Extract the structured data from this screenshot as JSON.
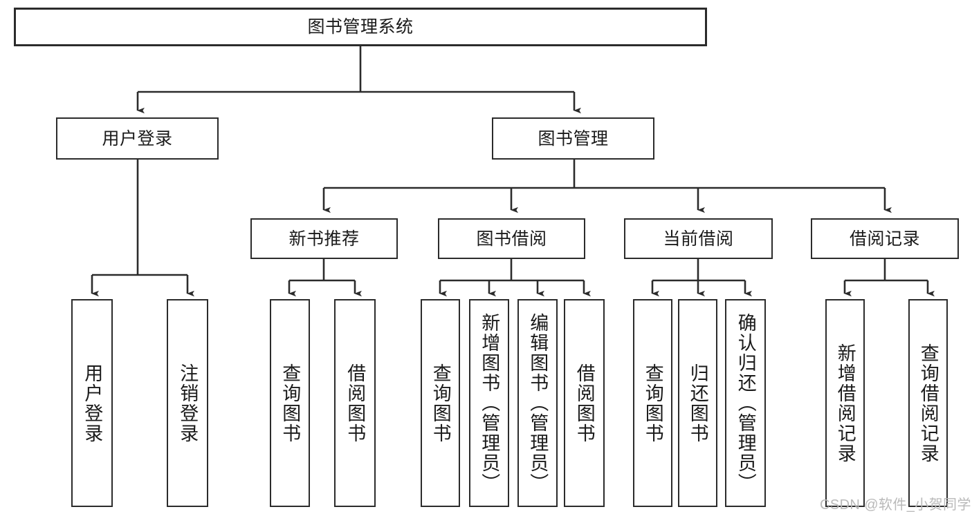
{
  "diagram": {
    "title": "图书管理系统",
    "type": "tree",
    "orientation": "top-down",
    "colors": {
      "box_border": "#2b2b2b",
      "box_fill": "#ffffff",
      "connector": "#2b2b2b",
      "background": "#ffffff",
      "watermark": "#b9b9b9"
    }
  },
  "root": {
    "label": "图书管理系统"
  },
  "level2": [
    {
      "label": "用户登录"
    },
    {
      "label": "图书管理"
    }
  ],
  "level3": [
    {
      "label": "新书推荐"
    },
    {
      "label": "图书借阅"
    },
    {
      "label": "当前借阅"
    },
    {
      "label": "借阅记录"
    }
  ],
  "leaves": {
    "user_login": [
      {
        "label": "用户登录"
      },
      {
        "label": "注销登录"
      }
    ],
    "new_book_recommend": [
      {
        "label": "查询图书"
      },
      {
        "label": "借阅图书"
      }
    ],
    "book_borrow": [
      {
        "label": "查询图书"
      },
      {
        "label": "新增图书（管理员）"
      },
      {
        "label": "编辑图书（管理员）"
      },
      {
        "label": "借阅图书"
      }
    ],
    "current_borrow": [
      {
        "label": "查询图书"
      },
      {
        "label": "归还图书"
      },
      {
        "label": "确认归还（管理员）"
      }
    ],
    "borrow_records": [
      {
        "label": "新增借阅记录"
      },
      {
        "label": "查询借阅记录"
      }
    ]
  },
  "watermark": {
    "text": "CSDN @软件_小贺同学"
  }
}
